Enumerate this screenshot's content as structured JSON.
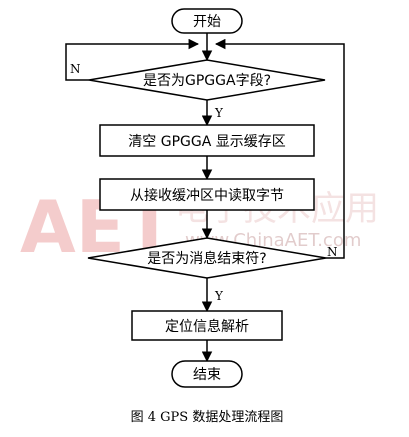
{
  "nodes": {
    "start": "开始",
    "decision_gpgga": "是否为GPGGA字段?",
    "clear_buffer": "清空 GPGGA 显示缓存区",
    "read_byte": "从接收缓冲区中读取字节",
    "decision_end": "是否为消息结束符?",
    "parse": "定位信息解析",
    "end": "结束"
  },
  "branches": {
    "gpgga_no": "N",
    "gpgga_yes": "Y",
    "end_no": "N",
    "end_yes": "Y"
  },
  "caption": "图 4   GPS 数据处理流程图",
  "watermark": {
    "logo": "AET",
    "brand": "电子技术应用",
    "site": "www.ChinaAET.com"
  }
}
